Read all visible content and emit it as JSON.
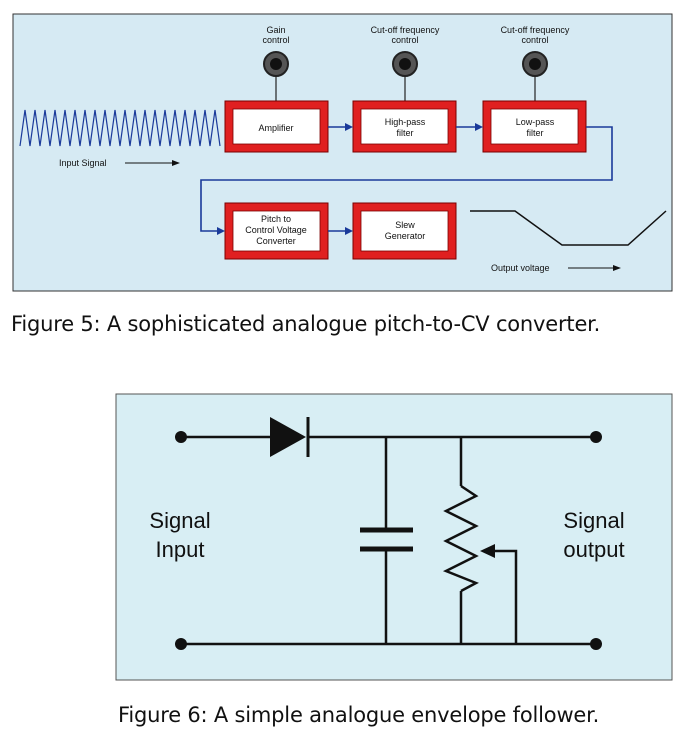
{
  "figure5": {
    "labels": {
      "gain_control": [
        "Gain",
        "control"
      ],
      "hp_control": [
        "Cut-off frequency",
        "control"
      ],
      "lp_control": [
        "Cut-off frequency",
        "control"
      ],
      "input_signal": "Input Signal",
      "output_voltage": "Output voltage"
    },
    "blocks": {
      "amplifier": [
        "Amplifier"
      ],
      "high_pass": [
        "High-pass",
        "filter"
      ],
      "low_pass": [
        "Low-pass",
        "filter"
      ],
      "pitch_to_cv": [
        "Pitch to",
        "Control Voltage",
        "Converter"
      ],
      "slew": [
        "Slew",
        "Generator"
      ]
    },
    "caption": "Figure 5: A sophisticated analogue pitch-to-CV converter.",
    "colors": {
      "background": "#d6eaf3",
      "block_border": "#e02020",
      "wire": "#1a3a9a"
    }
  },
  "figure6": {
    "labels": {
      "signal_input": [
        "Signal",
        "Input"
      ],
      "signal_output": [
        "Signal",
        "output"
      ]
    },
    "caption": "Figure 6: A simple analogue envelope follower.",
    "colors": {
      "background": "#d8eef4"
    }
  }
}
